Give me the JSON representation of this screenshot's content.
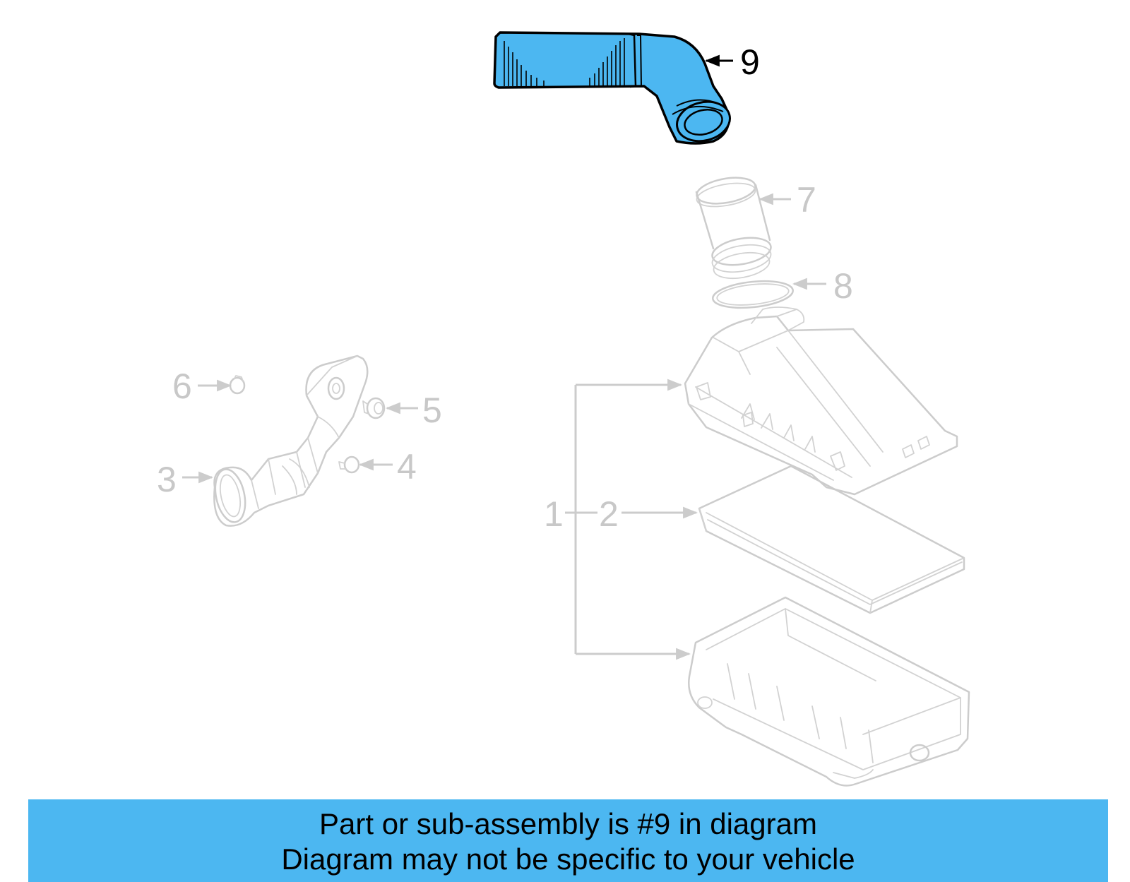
{
  "colors": {
    "highlight": "#4cb7f1",
    "muted_lines": "#cccccc",
    "active_lines": "#000000"
  },
  "callouts": {
    "c1": "1",
    "c2": "2",
    "c3": "3",
    "c4": "4",
    "c5": "5",
    "c6": "6",
    "c7": "7",
    "c8": "8",
    "c9": "9"
  },
  "highlighted_part": "9",
  "banner": {
    "line1": "Part or sub-assembly is #9 in diagram",
    "line2": "Diagram may not be specific to your vehicle"
  }
}
